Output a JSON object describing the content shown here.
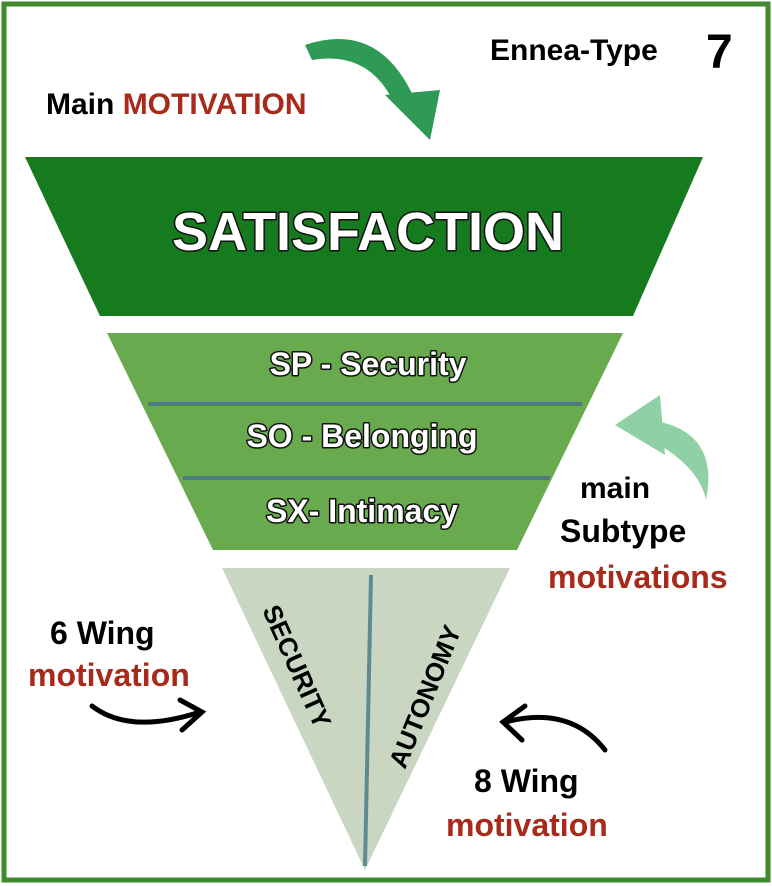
{
  "header": {
    "ennea_label": "Ennea-Type",
    "type_number": "7"
  },
  "main_motivation": {
    "prefix": "Main",
    "highlight": "MOTIVATION"
  },
  "core": {
    "label": "SATISFACTION"
  },
  "subtypes": [
    {
      "label": "SP - Security"
    },
    {
      "label": "SO - Belonging"
    },
    {
      "label": "SX- Intimacy"
    }
  ],
  "subtype_caption": {
    "line1": "main",
    "line2": "Subtype",
    "line3": "motivations"
  },
  "wings": {
    "left_label": "SECURITY",
    "right_label": "AUTONOMY",
    "left_caption": {
      "line1": "6 Wing",
      "line2": "motivation"
    },
    "right_caption": {
      "line1": "8 Wing",
      "line2": "motivation"
    }
  },
  "colors": {
    "frame": "#3e8a2c",
    "core": "#167a1e",
    "subtype": "#6aaa4f",
    "divider": "#4f7a80",
    "wing": "#c8d6c2",
    "accent_text": "#a82a1a",
    "arrow_green": "#3aa860",
    "arrow_light": "#7cc896"
  }
}
